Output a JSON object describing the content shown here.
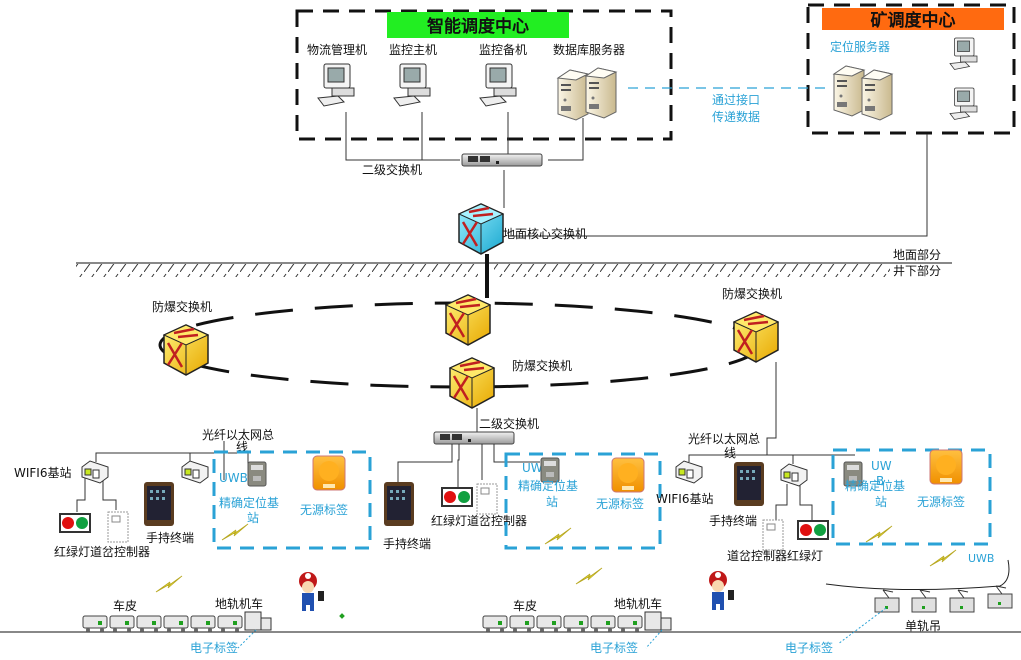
{
  "colors": {
    "smart_center_bg": "#22ee22",
    "mine_center_bg": "#ff6a10",
    "uwb_box": "#2aa2d6",
    "blue_text": "#2aa2d6",
    "core_switch": "#33c8e8",
    "explosion_proof_switch": "#f6c800",
    "signal_bolt": "#e8e030",
    "red_light": "#e01010",
    "green_light": "#10a040"
  },
  "smart_center": {
    "title": "智能调度中心",
    "devices": [
      {
        "label": "物流管理机",
        "icon": "desktop-computer-icon"
      },
      {
        "label": "监控主机",
        "icon": "desktop-computer-icon"
      },
      {
        "label": "监控备机",
        "icon": "desktop-computer-icon"
      },
      {
        "label": "数据库服务器",
        "icon": "server-icon"
      }
    ],
    "switch_label": "二级交换机"
  },
  "mine_center": {
    "title": "矿调度中心",
    "server_label": "定位服务器",
    "interface_label_line1": "通过接口",
    "interface_label_line2": "传递数据"
  },
  "core_switch_label": "地面核心交换机",
  "ground": {
    "surface_label": "地面部分",
    "underground_label": "井下部分"
  },
  "ring": {
    "left_switch_label": "防爆交换机",
    "center_switch_label": "防爆交换机",
    "right_switch_label": "防爆交换机",
    "access_switch_label": "二级交换机"
  },
  "left_zone": {
    "bus_label_line1": "光纤以太网总",
    "bus_label_line2": "线",
    "wifi_label": "WIFI6基站",
    "signal_controller_label": "红绿灯道岔控制器",
    "handheld_label": "手持终端",
    "uwb_label": "UWB",
    "uwb_station_line1": "精确定位基",
    "uwb_station_line2": "站",
    "passive_tag_label": "无源标签"
  },
  "center_zone": {
    "handheld_label": "手持终端",
    "signal_controller_label": "红绿灯道岔控制器",
    "uwb_label": "UW",
    "uwb_station_line1": "精确定位基",
    "uwb_station_line2": "站",
    "passive_tag_label": "无源标签"
  },
  "right_zone": {
    "bus_label_line1": "光纤以太网总",
    "bus_label_line2": "线",
    "wifi_label": "WIFI6基站",
    "handheld_label": "手持终端",
    "signal_controller_label": "道岔控制器红绿灯",
    "uwb_label": "UW",
    "uwb_label_b": "B",
    "uwb_station_line1": "精确定位基",
    "uwb_station_line2": "站",
    "passive_tag_label": "无源标签",
    "uwb_link_label": "UWB"
  },
  "bottom": {
    "left_train_cars_label": "车皮",
    "left_loco_label": "地轨机车",
    "left_tag_label": "电子标签",
    "center_train_cars_label": "车皮",
    "center_loco_label": "地轨机车",
    "center_tag_label": "电子标签",
    "monorail_label": "单轨吊",
    "right_tag_label": "电子标签"
  }
}
